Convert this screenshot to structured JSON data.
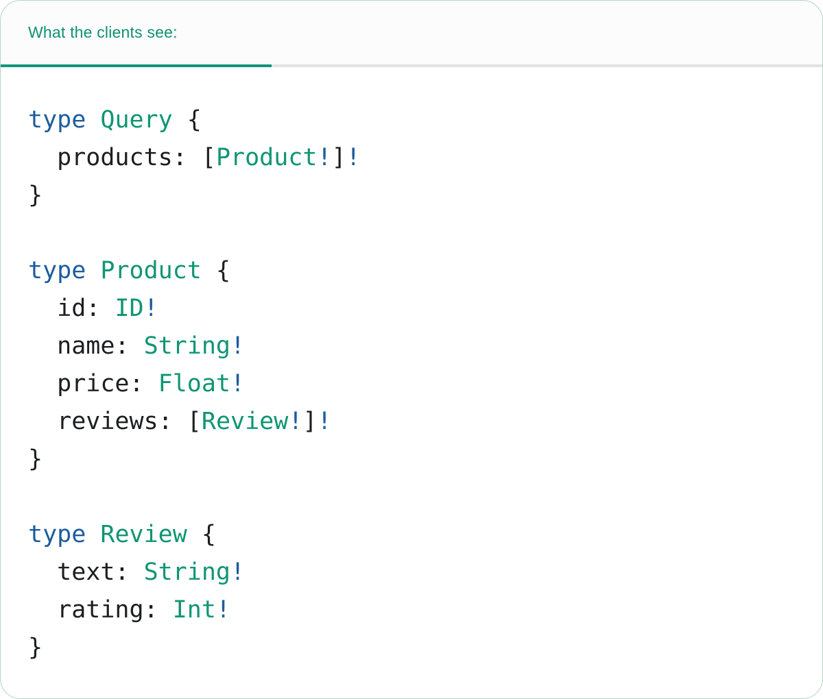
{
  "colors": {
    "accent_teal": "#10916f",
    "tab_underline": "#12957a",
    "divider": "#e3e3e3",
    "header_bg": "#fcfcfc",
    "card_bg": "#ffffff",
    "card_border": "#b3d6c4",
    "code_keyword": "#1d5c9e",
    "code_type": "#0f9574",
    "code_plain": "#1c1e21",
    "code_bang": "#1d5c9e"
  },
  "tab": {
    "label": "What the clients see:"
  },
  "code": {
    "lines": [
      [
        [
          "type",
          "k"
        ],
        [
          " ",
          "p"
        ],
        [
          "Query",
          "t"
        ],
        [
          " {",
          "p"
        ]
      ],
      [
        [
          "  products: [",
          "p"
        ],
        [
          "Product",
          "t"
        ],
        [
          "!",
          "b"
        ],
        [
          "]",
          "p"
        ],
        [
          "!",
          "b"
        ]
      ],
      [
        [
          "}",
          "p"
        ]
      ],
      [],
      [
        [
          "type",
          "k"
        ],
        [
          " ",
          "p"
        ],
        [
          "Product",
          "t"
        ],
        [
          " {",
          "p"
        ]
      ],
      [
        [
          "  id: ",
          "p"
        ],
        [
          "ID",
          "t"
        ],
        [
          "!",
          "b"
        ]
      ],
      [
        [
          "  name: ",
          "p"
        ],
        [
          "String",
          "t"
        ],
        [
          "!",
          "b"
        ]
      ],
      [
        [
          "  price: ",
          "p"
        ],
        [
          "Float",
          "t"
        ],
        [
          "!",
          "b"
        ]
      ],
      [
        [
          "  reviews: [",
          "p"
        ],
        [
          "Review",
          "t"
        ],
        [
          "!",
          "b"
        ],
        [
          "]",
          "p"
        ],
        [
          "!",
          "b"
        ]
      ],
      [
        [
          "}",
          "p"
        ]
      ],
      [],
      [
        [
          "type",
          "k"
        ],
        [
          " ",
          "p"
        ],
        [
          "Review",
          "t"
        ],
        [
          " {",
          "p"
        ]
      ],
      [
        [
          "  text: ",
          "p"
        ],
        [
          "String",
          "t"
        ],
        [
          "!",
          "b"
        ]
      ],
      [
        [
          "  rating: ",
          "p"
        ],
        [
          "Int",
          "t"
        ],
        [
          "!",
          "b"
        ]
      ],
      [
        [
          "}",
          "p"
        ]
      ]
    ]
  }
}
